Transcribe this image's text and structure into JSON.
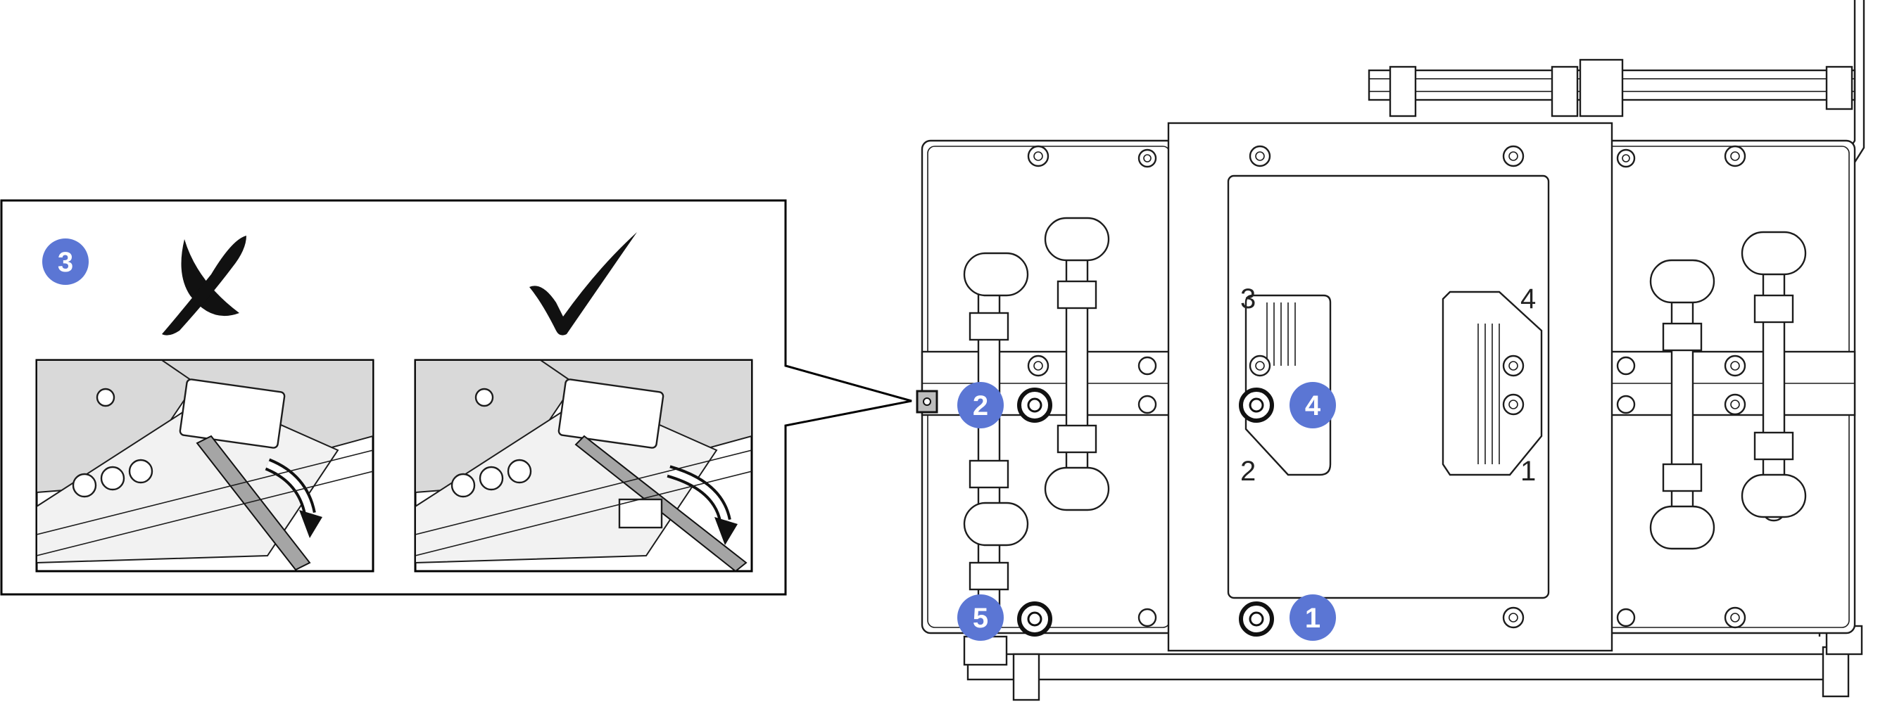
{
  "callouts": {
    "c1": "1",
    "c2": "2",
    "c3": "3",
    "c4": "4",
    "c5": "5"
  },
  "screw_sequence_labels": {
    "left_top": "3",
    "left_bottom": "2",
    "right_top": "4",
    "right_bottom": "1"
  },
  "indicators": {
    "wrong": "✗",
    "correct": "✓"
  },
  "colors": {
    "callout_badge": "#5b76d4",
    "line": "#1c1c1c",
    "gray_fill": "#d9d9d9",
    "frame_border": "#000000"
  }
}
